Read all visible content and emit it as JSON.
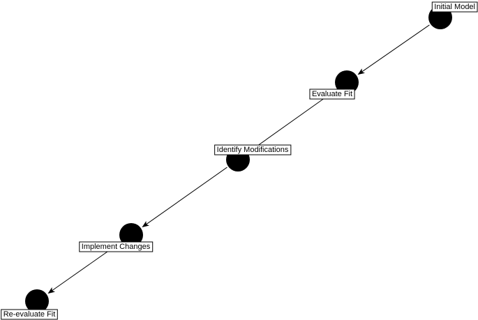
{
  "diagram": {
    "type": "flow-diagram",
    "node_color": "#000000",
    "edge_color": "#000000",
    "label_background": "#ffffff",
    "nodes": [
      {
        "id": "n1",
        "label": "Initial Model"
      },
      {
        "id": "n2",
        "label": "Evaluate Fit"
      },
      {
        "id": "n3",
        "label": "Identify Modifications"
      },
      {
        "id": "n4",
        "label": "Implement Changes"
      },
      {
        "id": "n5",
        "label": "Re-evaluate Fit"
      }
    ],
    "edges": [
      {
        "from": "n1",
        "to": "n2"
      },
      {
        "from": "n2",
        "to": "n3"
      },
      {
        "from": "n3",
        "to": "n4"
      },
      {
        "from": "n4",
        "to": "n5"
      }
    ]
  }
}
